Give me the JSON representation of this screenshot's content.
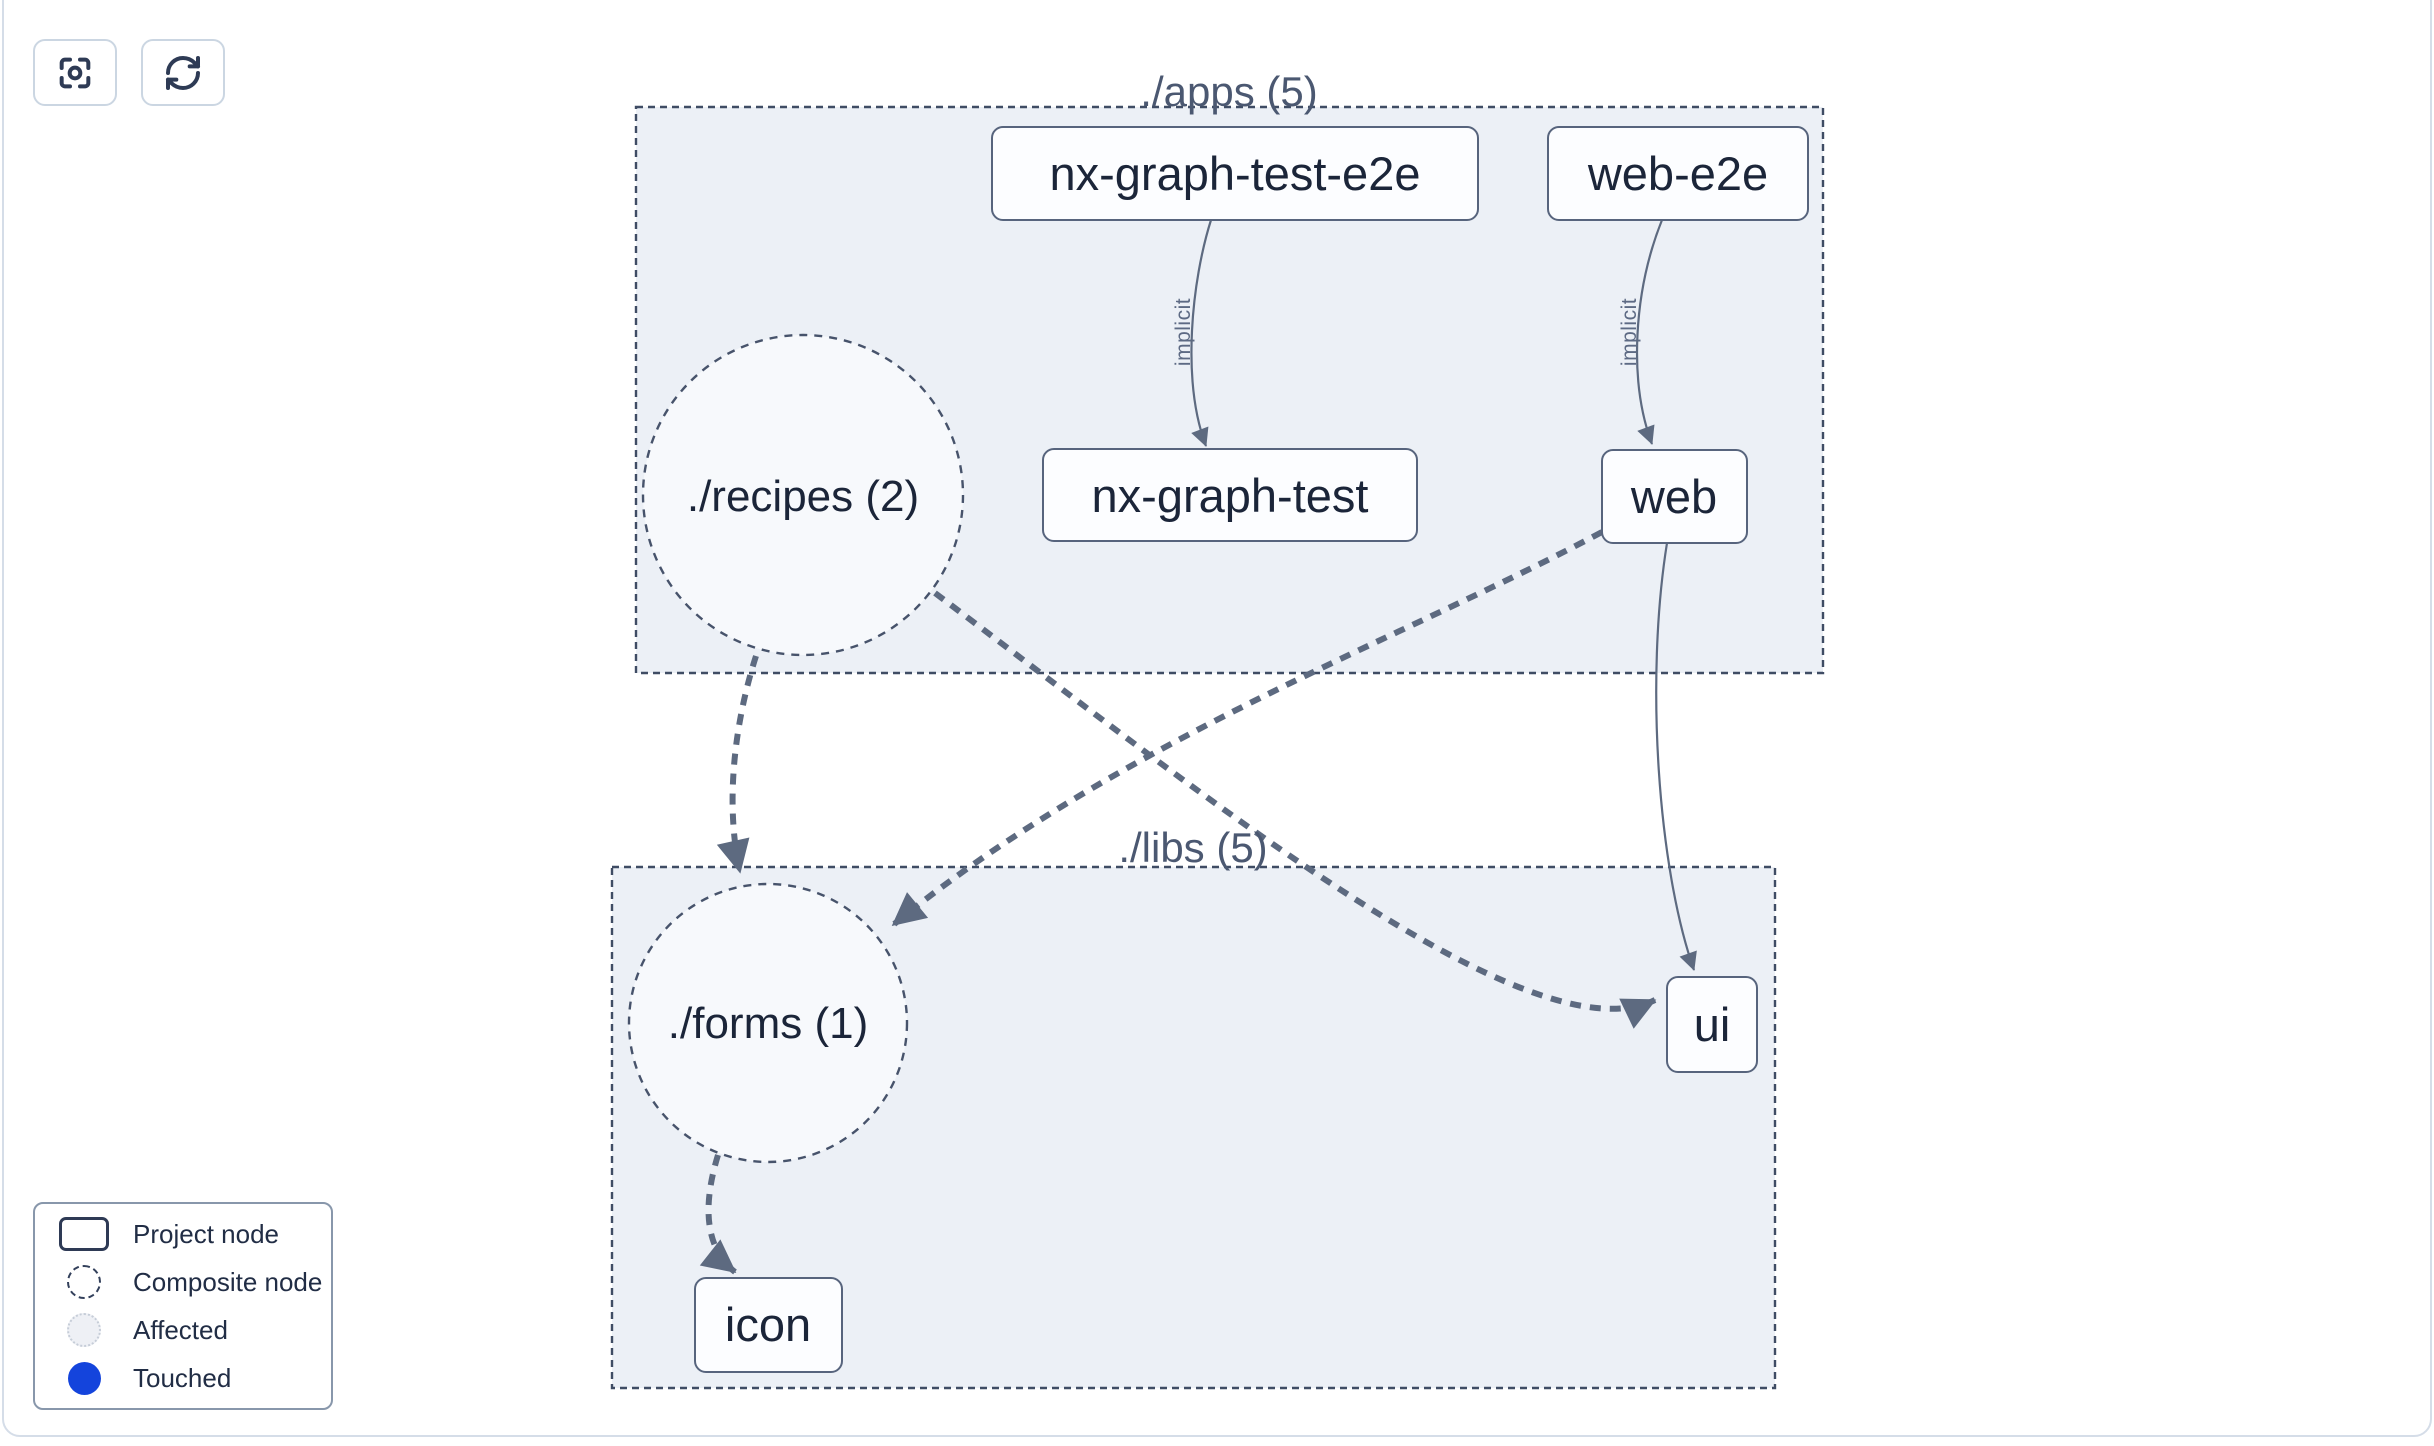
{
  "toolbar": {
    "buttons": [
      {
        "name": "center-graph",
        "icon": "focus-icon"
      },
      {
        "name": "refresh-graph",
        "icon": "refresh-icon"
      }
    ]
  },
  "graph": {
    "groups": [
      {
        "id": "apps",
        "label": "./apps (5)"
      },
      {
        "id": "libs",
        "label": "./libs (5)"
      }
    ],
    "composite_nodes": [
      {
        "id": "recipes",
        "label": "./recipes (2)",
        "group": "apps"
      },
      {
        "id": "forms",
        "label": "./forms (1)",
        "group": "libs"
      }
    ],
    "project_nodes": [
      {
        "id": "nx-graph-test-e2e",
        "label": "nx-graph-test-e2e",
        "group": "apps"
      },
      {
        "id": "web-e2e",
        "label": "web-e2e",
        "group": "apps"
      },
      {
        "id": "nx-graph-test",
        "label": "nx-graph-test",
        "group": "apps"
      },
      {
        "id": "web",
        "label": "web",
        "group": "apps"
      },
      {
        "id": "ui",
        "label": "ui",
        "group": "libs"
      },
      {
        "id": "icon",
        "label": "icon",
        "group": "libs"
      }
    ],
    "edges": [
      {
        "from": "nx-graph-test-e2e",
        "to": "nx-graph-test",
        "style": "solid-thin",
        "label": "implicit"
      },
      {
        "from": "web-e2e",
        "to": "web",
        "style": "solid-thin",
        "label": "implicit"
      },
      {
        "from": "./recipes (2)",
        "to": "./forms (1)",
        "style": "dashed-thick",
        "label": ""
      },
      {
        "from": "./recipes (2)",
        "to": "ui",
        "style": "dashed-thick",
        "label": ""
      },
      {
        "from": "web",
        "to": "./forms (1)",
        "style": "dashed-thick",
        "label": ""
      },
      {
        "from": "web",
        "to": "ui",
        "style": "solid-thin",
        "label": ""
      },
      {
        "from": "./forms (1)",
        "to": "icon",
        "style": "dashed-thick",
        "label": ""
      }
    ]
  },
  "legend": {
    "items": [
      {
        "label": "Project node",
        "swatch": "project-node"
      },
      {
        "label": "Composite node",
        "swatch": "composite-node"
      },
      {
        "label": "Affected",
        "swatch": "affected"
      },
      {
        "label": "Touched",
        "swatch": "touched"
      }
    ]
  },
  "colors": {
    "touched": "#1444dc",
    "edge": "#5d6a80",
    "group_fill": "#ecf0f6",
    "group_border": "#3f4c64",
    "node_border": "#57647d",
    "node_text": "#1b2539",
    "group_title": "#4b5871"
  }
}
